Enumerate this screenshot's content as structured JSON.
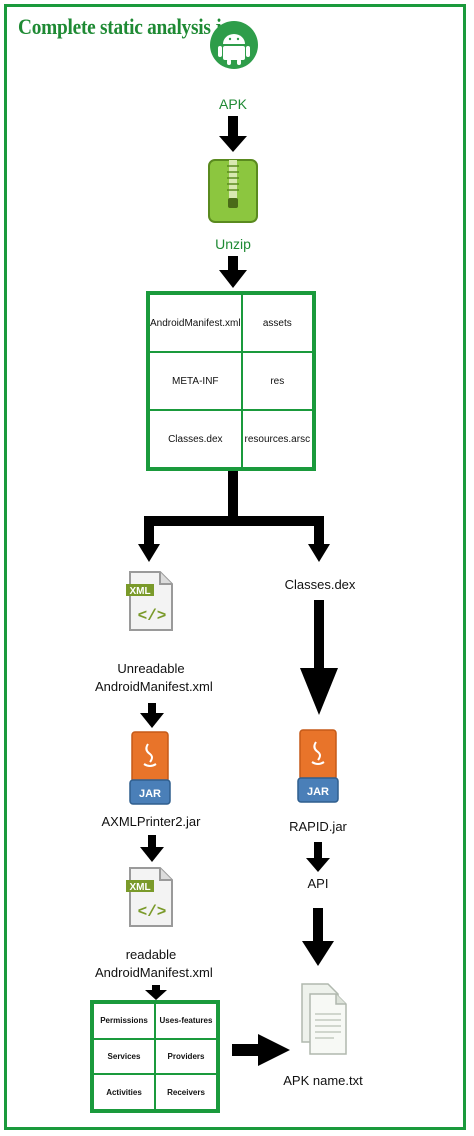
{
  "title": "Complete static analysis jar",
  "nodes": {
    "apk": "APK",
    "unzip": "Unzip",
    "classes_dex": "Classes.dex",
    "unreadable_manifest_line1": "Unreadable",
    "unreadable_manifest_line2": "AndroidManifest.xml",
    "axmlprinter": "AXMLPrinter2.jar",
    "readable_manifest_line1": "readable",
    "readable_manifest_line2": "AndroidManifest.xml",
    "rapid_jar": "RAPID.jar",
    "api": "API",
    "apk_name_txt": "APK name.txt"
  },
  "apk_contents": [
    "AndroidManifest.xml",
    "assets",
    "META-INF",
    "res",
    "Classes.dex",
    "resources.arsc"
  ],
  "manifest_features": [
    "Permissions",
    "Uses-features",
    "Services",
    "Providers",
    "Activities",
    "Receivers"
  ],
  "icon_text": {
    "xml": "XML",
    "jar": "JAR"
  },
  "colors": {
    "accent": "#1a9a3c",
    "android": "#2e9d4a",
    "zip": "#8cc63f",
    "java": "#e8742a",
    "jar": "#4a7fb8"
  }
}
